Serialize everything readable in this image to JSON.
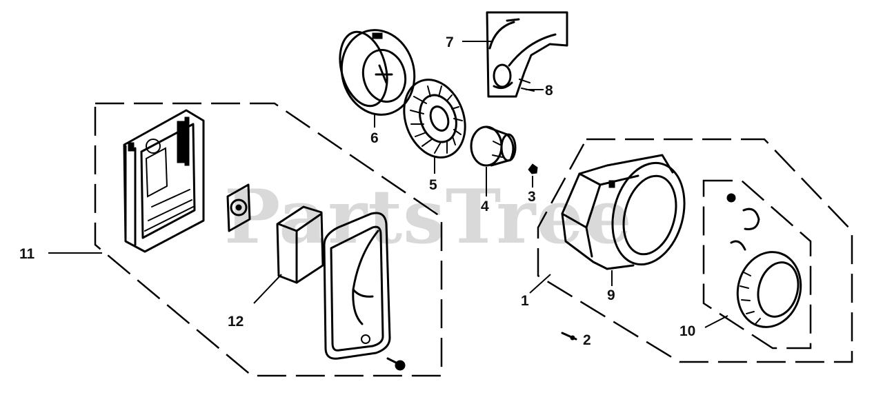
{
  "watermark": "PartsTree",
  "callouts": {
    "c1": "1",
    "c2": "2",
    "c3": "3",
    "c4": "4",
    "c5": "5",
    "c6": "6",
    "c7": "7",
    "c8": "8",
    "c9": "9",
    "c10": "10",
    "c11": "11",
    "c12": "12"
  },
  "colors": {
    "ink": "#000000",
    "background": "#ffffff",
    "watermark": "#d9d9d9"
  }
}
